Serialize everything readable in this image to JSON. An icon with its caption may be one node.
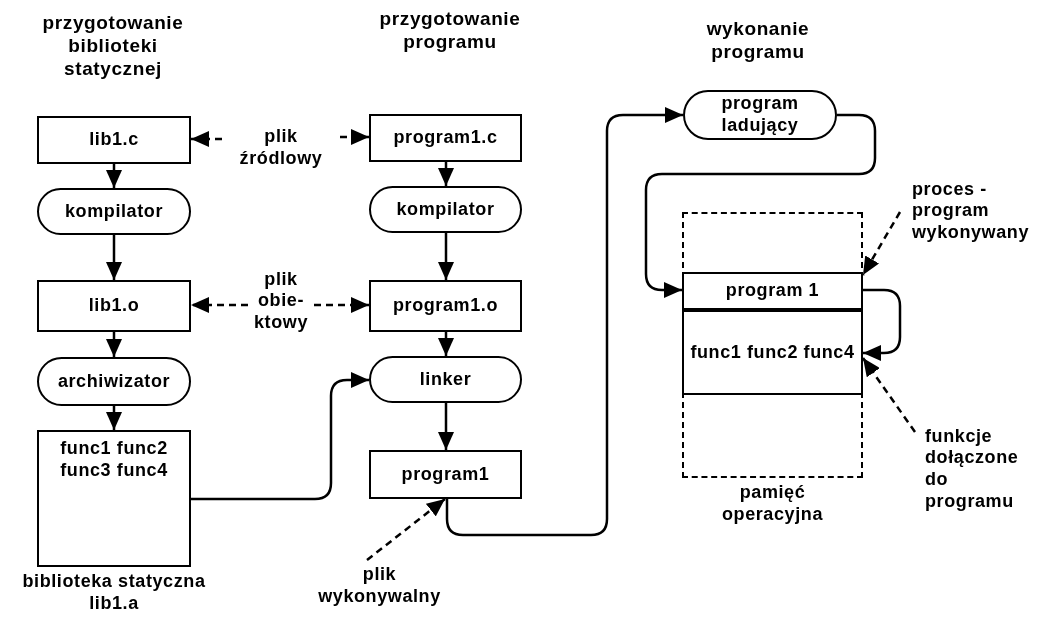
{
  "diagram": {
    "nodes": [
      {
        "text": [
          "lib1.c"
        ]
      },
      {
        "text": [
          "plik źródlowy"
        ]
      },
      {
        "text": [
          "program1.c"
        ]
      },
      {
        "text": [
          "program ladujący"
        ]
      },
      {
        "text": [
          "kompilator"
        ]
      },
      {
        "text": [
          "kompilator"
        ]
      },
      {
        "text": [
          "proces - program wykonywany"
        ]
      },
      {
        "text": [
          "pamięć operacyjna"
        ]
      },
      {
        "text": [
          "program 1"
        ],
        "in": 7
      },
      {
        "text": [
          "lib1.o"
        ]
      },
      {
        "text": [
          "plik obie-ktowy"
        ]
      },
      {
        "text": [
          "program1.o"
        ]
      },
      {
        "text": [
          "func1 func2 func4"
        ],
        "in": 7
      },
      {
        "text": [
          "archiwizator"
        ]
      },
      {
        "text": [
          "linker"
        ]
      },
      {
        "text": [
          "func1 func2 func3 func4"
        ],
        "beside": [
          "biblioteka statyczna lib1.a"
        ]
      },
      {
        "text": [
          "funkcje dołączone do programu"
        ]
      },
      {
        "text": [
          "program1"
        ]
      },
      {
        "text": [
          "plik wykonywalny"
        ]
      }
    ],
    "edges": [
      {
        "from": 1,
        "to": 0,
        "arrow": "to",
        "style": "dashed"
      },
      {
        "from": 1,
        "to": 2,
        "arrow": "to",
        "style": "dashed"
      },
      {
        "from": 0,
        "to": 4,
        "arrow": "to"
      },
      {
        "from": 4,
        "to": 9,
        "arrow": "to"
      },
      {
        "from": 9,
        "to": 13,
        "arrow": "to"
      },
      {
        "from": 13,
        "to": 15,
        "arrow": "to"
      },
      {
        "from": 10,
        "to": 9,
        "arrow": "to",
        "style": "dashed"
      },
      {
        "from": 10,
        "to": 11,
        "arrow": "to",
        "style": "dashed"
      },
      {
        "from": 2,
        "to": 5,
        "arrow": "to"
      },
      {
        "from": 5,
        "to": 11,
        "arrow": "to"
      },
      {
        "from": 11,
        "to": 14,
        "arrow": "to"
      },
      {
        "from": 14,
        "to": 17,
        "arrow": "to"
      },
      {
        "from": 15,
        "to": 14,
        "arrow": "to"
      },
      {
        "from": 17,
        "to": 3,
        "arrow": "to"
      },
      {
        "from": 3,
        "to": 8,
        "arrow": "to"
      },
      {
        "from": 8,
        "to": 12,
        "arrow": "to"
      },
      {
        "from": 6,
        "to": 8,
        "arrow": "to",
        "style": "dashed"
      },
      {
        "from": 16,
        "to": 12,
        "arrow": "to",
        "style": "dashed"
      },
      {
        "from": 18,
        "to": 17,
        "arrow": "to",
        "style": "dashed"
      }
    ],
    "labels": [
      "przygotowanie biblioteki statycznej",
      "przygotowanie programu",
      "wykonanie programu"
    ]
  }
}
